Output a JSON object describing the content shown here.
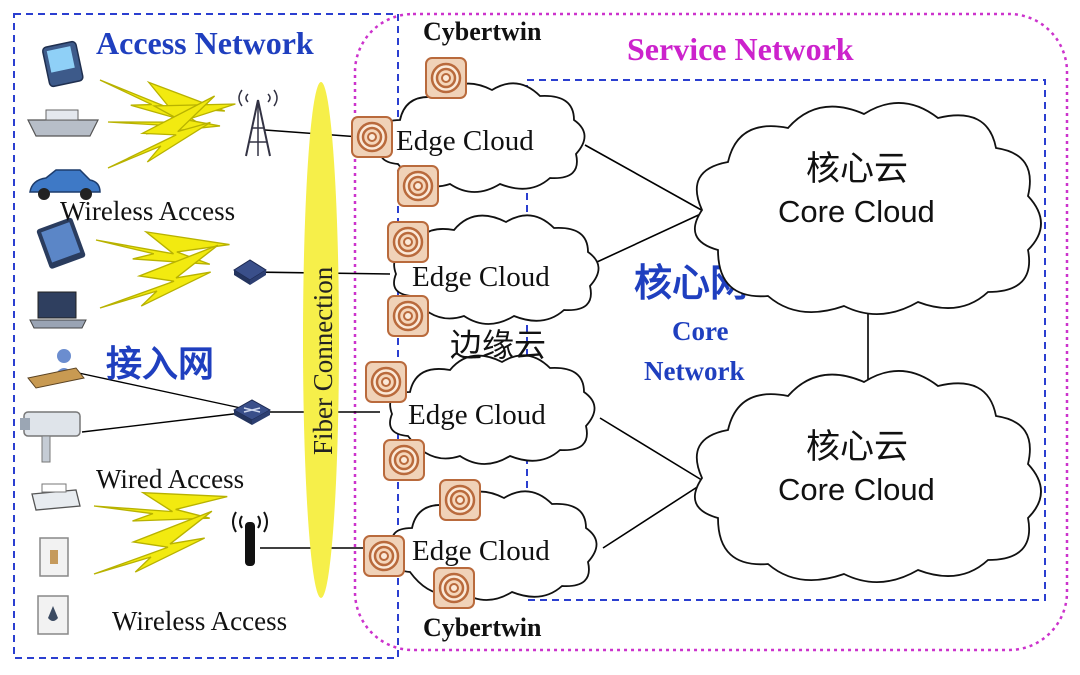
{
  "access_network": {
    "title": "Access Network",
    "title_cn": "接入网",
    "wireless_access_top": "Wireless Access",
    "wired_access": "Wired Access",
    "wireless_access_bottom": "Wireless Access"
  },
  "fiber": {
    "label": "Fiber Connection"
  },
  "service_network": {
    "title": "Service Network"
  },
  "cybertwin": {
    "top": "Cybertwin",
    "bottom": "Cybertwin"
  },
  "edge": {
    "label_cn": "边缘云",
    "clouds": [
      "Edge Cloud",
      "Edge Cloud",
      "Edge Cloud",
      "Edge Cloud"
    ]
  },
  "core_network": {
    "title_cn": "核心网",
    "title_en_line1": "Core",
    "title_en_line2": "Network",
    "clouds": [
      {
        "cn": "核心云",
        "en": "Core Cloud"
      },
      {
        "cn": "核心云",
        "en": "Core Cloud"
      }
    ]
  },
  "colors": {
    "access_title": "#1f3fbf",
    "service_title": "#cc22cc",
    "access_border": "#2b3fd0",
    "service_border": "#cc33cc",
    "core_border": "#2b3fd0",
    "fiber": "#f6ef4a",
    "lightning": "#e8e100",
    "cybertwin_outer": "#d9a77c",
    "cybertwin_inner": "#b96a3c"
  }
}
